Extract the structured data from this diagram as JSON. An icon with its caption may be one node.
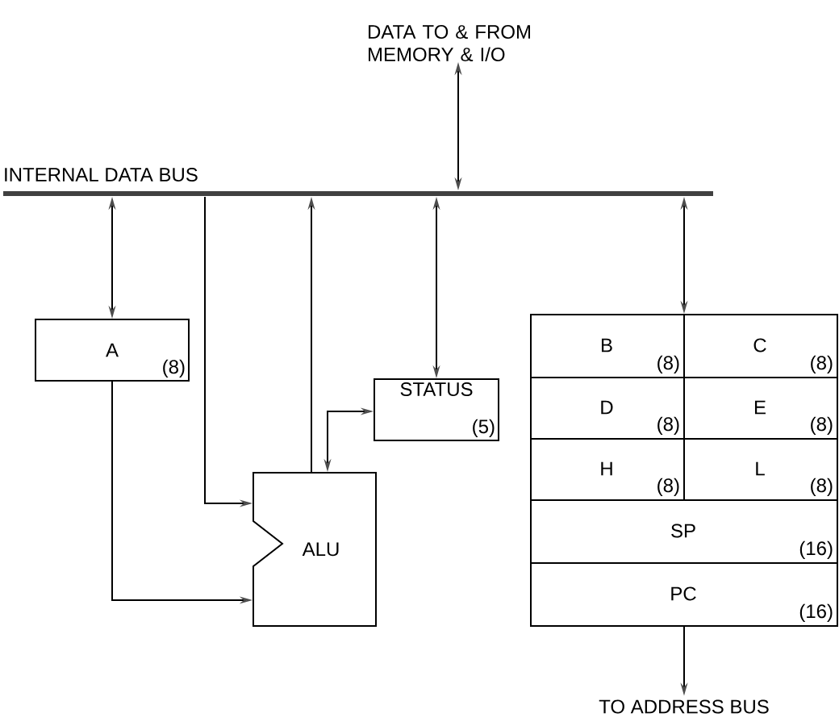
{
  "diagram": {
    "nodes": [
      {
        "text": [
          "DATA TO & FROM MEMORY & I/O"
        ]
      },
      {
        "text": [
          "INTERNAL DATA BUS"
        ]
      },
      {
        "text": [
          "A",
          "(8)"
        ]
      },
      {
        "text": [
          "STATUS",
          "(5)"
        ]
      },
      {
        "text": [
          "ALU"
        ]
      },
      {
        "text": [],
        "shape": "box"
      },
      {
        "text": [
          "B",
          "(8)"
        ],
        "in": 5
      },
      {
        "text": [
          "C",
          "(8)"
        ],
        "in": 5
      },
      {
        "text": [
          "D",
          "(8)"
        ],
        "in": 5
      },
      {
        "text": [
          "E",
          "(8)"
        ],
        "in": 5
      },
      {
        "text": [
          "H",
          "(8)"
        ],
        "in": 5
      },
      {
        "text": [
          "L",
          "(8)"
        ],
        "in": 5
      },
      {
        "text": [
          "SP",
          "(16)"
        ],
        "in": 5
      },
      {
        "text": [
          "PC",
          "(16)"
        ],
        "in": 5
      },
      {
        "text": [
          "TO ADDRESS BUS"
        ]
      }
    ],
    "edges": [
      {
        "from": 0,
        "to": 1,
        "arrow": "both"
      },
      {
        "from": 1,
        "to": 2,
        "arrow": "both"
      },
      {
        "from": 1,
        "to": 4,
        "arrow": "to"
      },
      {
        "from": 4,
        "to": 1,
        "arrow": "to"
      },
      {
        "from": 1,
        "to": 3,
        "arrow": "both"
      },
      {
        "from": 4,
        "to": 3,
        "arrow": "both"
      },
      {
        "from": 1,
        "to": 5,
        "arrow": "both"
      },
      {
        "from": 2,
        "to": 4,
        "arrow": "to"
      },
      {
        "from": 5,
        "to": 14,
        "arrow": "to"
      }
    ]
  }
}
